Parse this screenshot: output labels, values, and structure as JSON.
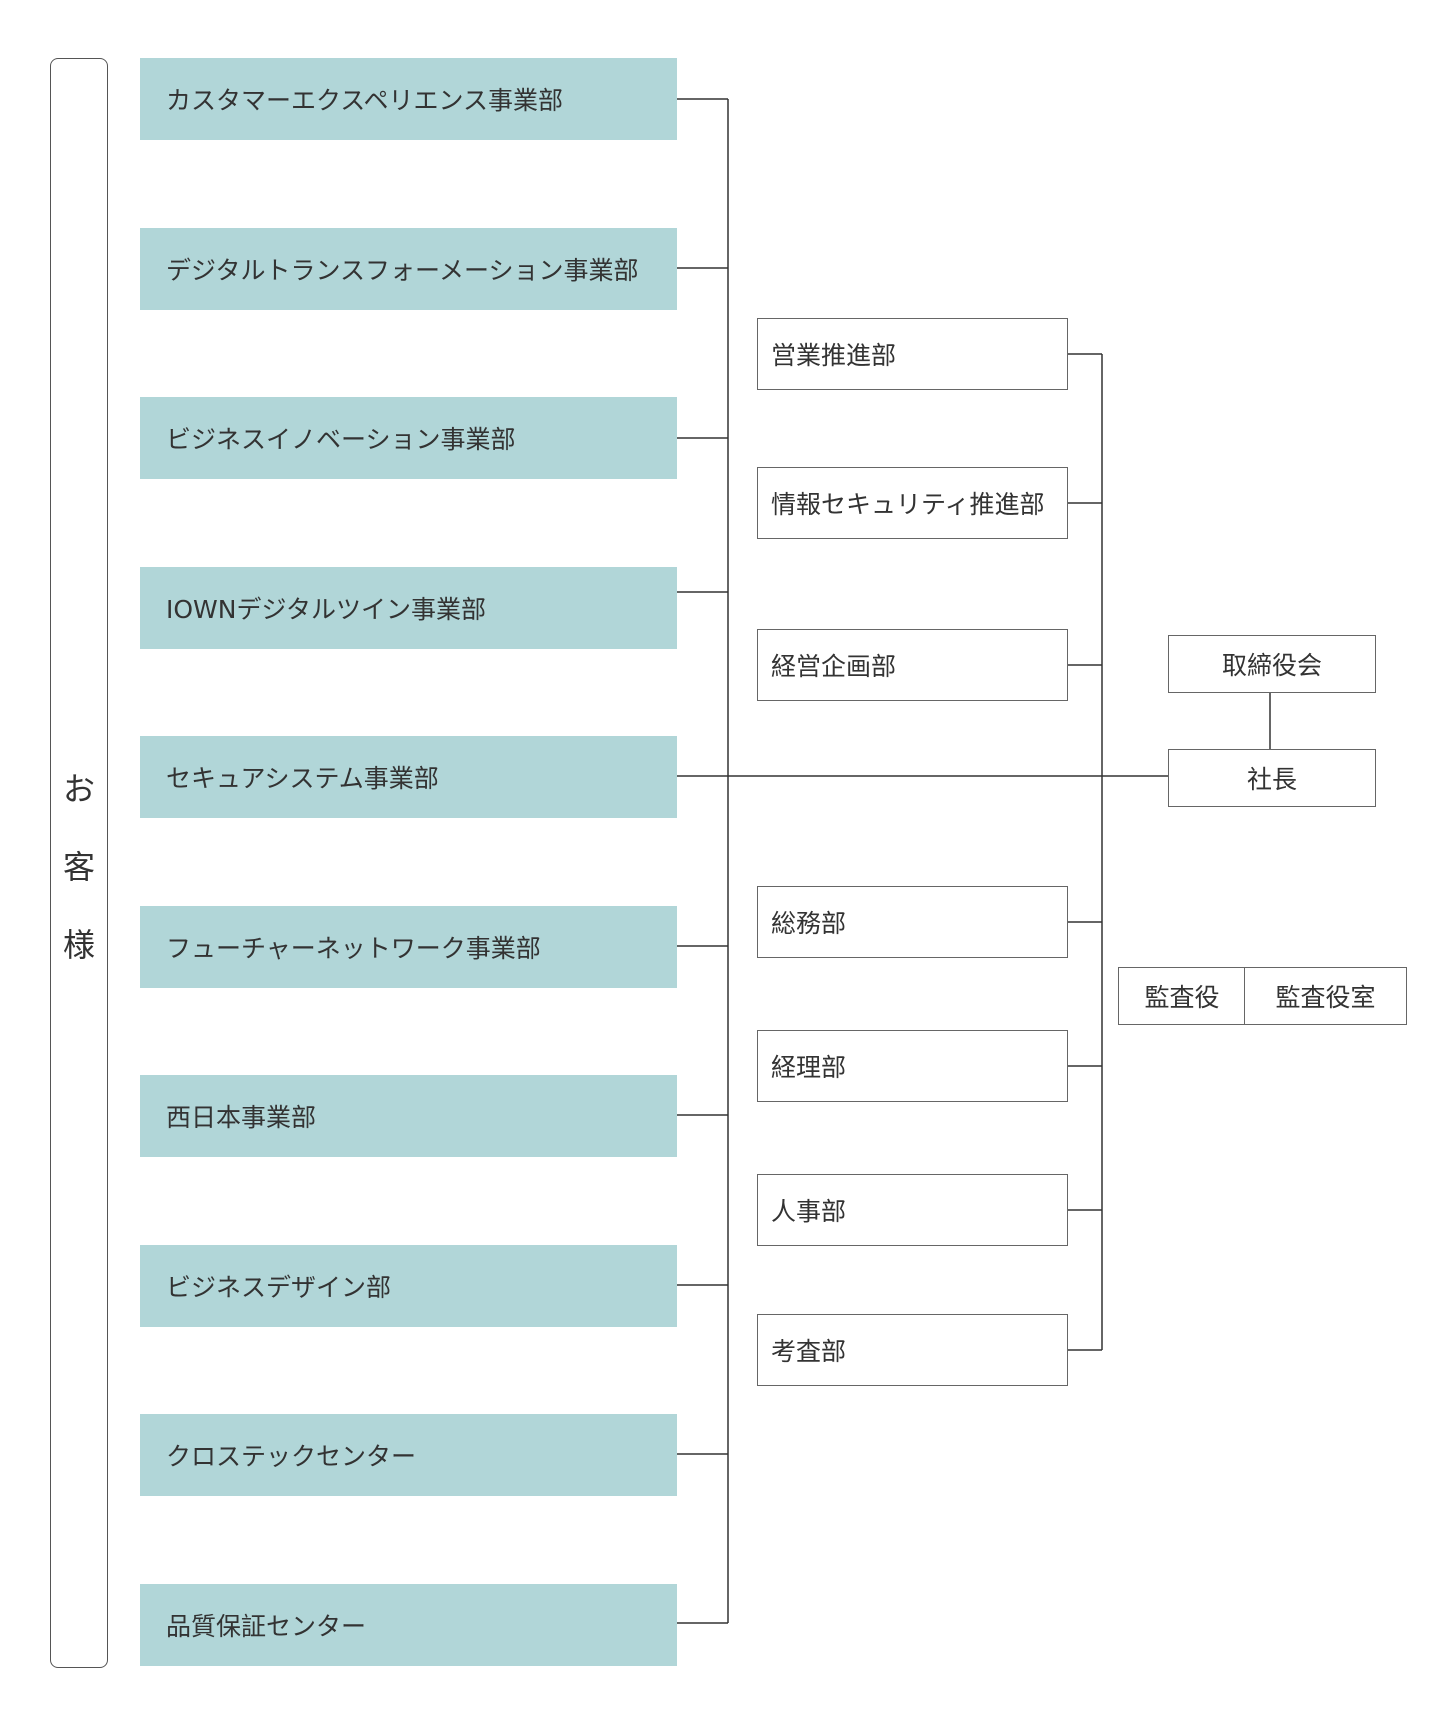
{
  "customer": {
    "label_chars": [
      "お",
      "客",
      "様"
    ]
  },
  "business_units": [
    {
      "label": "カスタマーエクスペリエンス事業部"
    },
    {
      "label": "デジタルトランスフォーメーション事業部"
    },
    {
      "label": "ビジネスイノベーション事業部"
    },
    {
      "label": "IOWNデジタルツイン事業部"
    },
    {
      "label": "セキュアシステム事業部"
    },
    {
      "label": "フューチャーネットワーク事業部"
    },
    {
      "label": "西日本事業部"
    },
    {
      "label": "ビジネスデザイン部"
    },
    {
      "label": "クロステックセンター"
    },
    {
      "label": "品質保証センター"
    }
  ],
  "staff_departments": [
    {
      "label": "営業推進部"
    },
    {
      "label": "情報セキュリティ推進部"
    },
    {
      "label": "経営企画部"
    },
    {
      "label": "総務部"
    },
    {
      "label": "経理部"
    },
    {
      "label": "人事部"
    },
    {
      "label": "考査部"
    }
  ],
  "executive": {
    "board": "取締役会",
    "president": "社長",
    "auditor": "監査役",
    "auditor_office": "監査役室"
  },
  "colors": {
    "business_fill": "#b1d6d8",
    "line": "#333333",
    "border": "#666666"
  }
}
